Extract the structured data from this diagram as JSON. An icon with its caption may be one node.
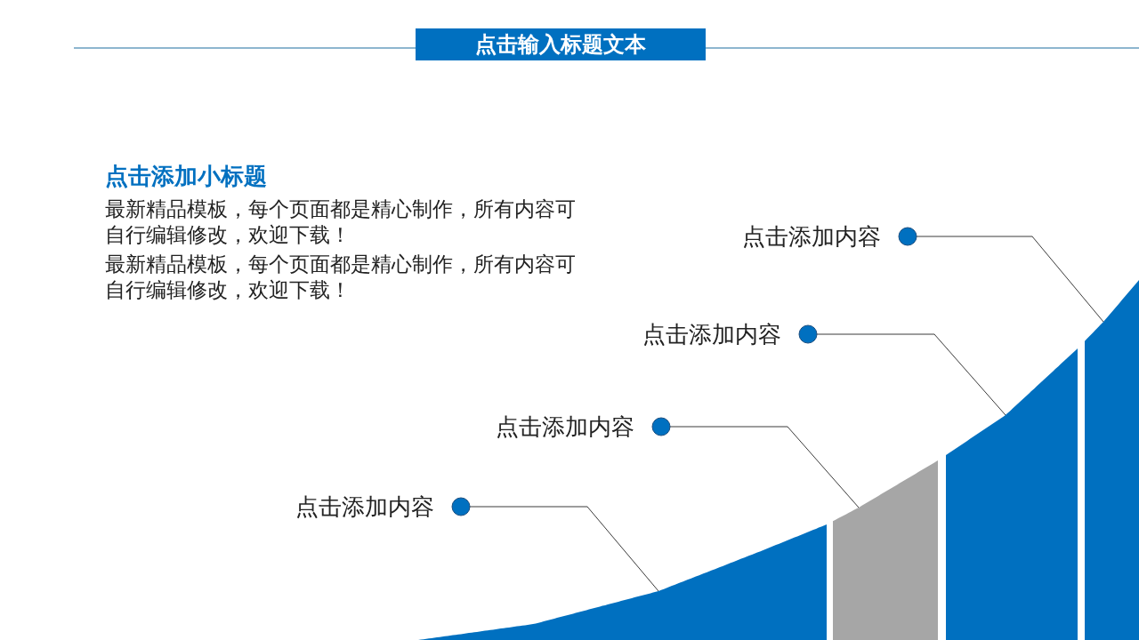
{
  "diagram": {
    "nodes": [
      {
        "text": [
          "点击输入标题文本"
        ]
      },
      {
        "text": [
          "点击添加内容"
        ]
      },
      {
        "text": [
          "点击添加内容"
        ]
      },
      {
        "text": [
          "点击添加内容"
        ]
      },
      {
        "text": [
          "点击添加内容"
        ]
      },
      {
        "text": [],
        "shape": "bar"
      },
      {
        "text": [],
        "shape": "bar"
      },
      {
        "text": [],
        "shape": "bar"
      },
      {
        "text": [],
        "shape": "bar"
      }
    ],
    "edges": [
      {
        "from": 1,
        "to": 8,
        "arrow": "other"
      },
      {
        "from": 2,
        "to": 7,
        "arrow": "other"
      },
      {
        "from": 3,
        "to": 6,
        "arrow": "other"
      },
      {
        "from": 4,
        "to": 5,
        "arrow": "other"
      }
    ],
    "labels": [
      "点击添加小标题",
      "最新精品模板，每个页面都是精心制作，所有内容可自行编辑修改，欢迎下载！",
      "最新精品模板，每个页面都是精心制作，所有内容可自行编辑修改，欢迎下载！"
    ]
  }
}
